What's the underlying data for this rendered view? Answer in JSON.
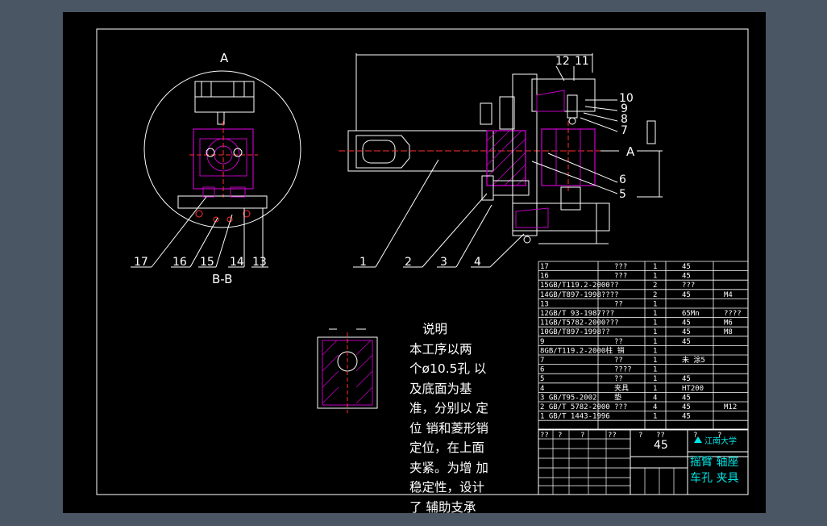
{
  "section_labels": {
    "view_a": "A",
    "section_bb": "B-B",
    "arrow_a": "A"
  },
  "callouts_left": [
    "17",
    "16",
    "15",
    "14",
    "13"
  ],
  "callouts_bottom": [
    "1",
    "2",
    "3",
    "4"
  ],
  "callouts_right": [
    "12",
    "11",
    "10",
    "9",
    "8",
    "7",
    "6",
    "5"
  ],
  "notes": {
    "title": "说明",
    "lines": [
      "本工序以两",
      "个ø10.5孔 以",
      "及底面为基",
      "准，分别以 定",
      "位 销和菱形销",
      "定位，在上面",
      "夹紧。为增 加",
      "稳定性，设计",
      "了 辅助支承"
    ]
  },
  "bom": [
    [
      "17",
      "???",
      "1",
      "45",
      ""
    ],
    [
      "16",
      "???",
      "1",
      "45",
      ""
    ],
    [
      "15GB/T119.2-2000??",
      "",
      "2",
      "???",
      ""
    ],
    [
      "14GB/T897-1998????",
      "",
      "2",
      "45",
      "M4"
    ],
    [
      "13",
      "??",
      "1",
      "",
      ""
    ],
    [
      "12GB/T 93-1987???",
      "",
      "1",
      "65Mn",
      "????"
    ],
    [
      "11GB/T5782-2000???",
      "",
      "1",
      "45",
      "M6"
    ],
    [
      "10GB/T897-1998??",
      "",
      "1",
      "45",
      "M8"
    ],
    [
      "9",
      "??",
      "1",
      "45",
      ""
    ],
    [
      "8GB/T119.2-2000柱 销",
      "",
      "1",
      "",
      ""
    ],
    [
      "7",
      "??",
      "1",
      "未 涂5",
      ""
    ],
    [
      "6",
      "????",
      "1",
      "",
      ""
    ],
    [
      "5",
      "??",
      "1",
      "45",
      ""
    ],
    [
      "4",
      "夹具",
      "1",
      "HT200",
      ""
    ],
    [
      "3 GB/T95-2002",
      "垫",
      "4",
      "45",
      ""
    ],
    [
      "2 GB/T  5782-2000",
      "???",
      "4",
      "45",
      "M12"
    ],
    [
      "1  GB/T  1443-1996",
      "",
      "1",
      "45",
      ""
    ]
  ],
  "bom_header": [
    "??",
    "?",
    "?",
    "??",
    "?",
    "??",
    "?",
    "?"
  ],
  "title_block": {
    "material": "45",
    "school": "江南大学",
    "part_line1": "摇臂 轴座",
    "part_line2": "车孔 夹具"
  },
  "colors": {
    "background": "#000000",
    "frame": "#ffffff",
    "part": "#c000c0",
    "center": "#ff3030",
    "text": "#ffffff",
    "accent": "#00e5e5"
  }
}
